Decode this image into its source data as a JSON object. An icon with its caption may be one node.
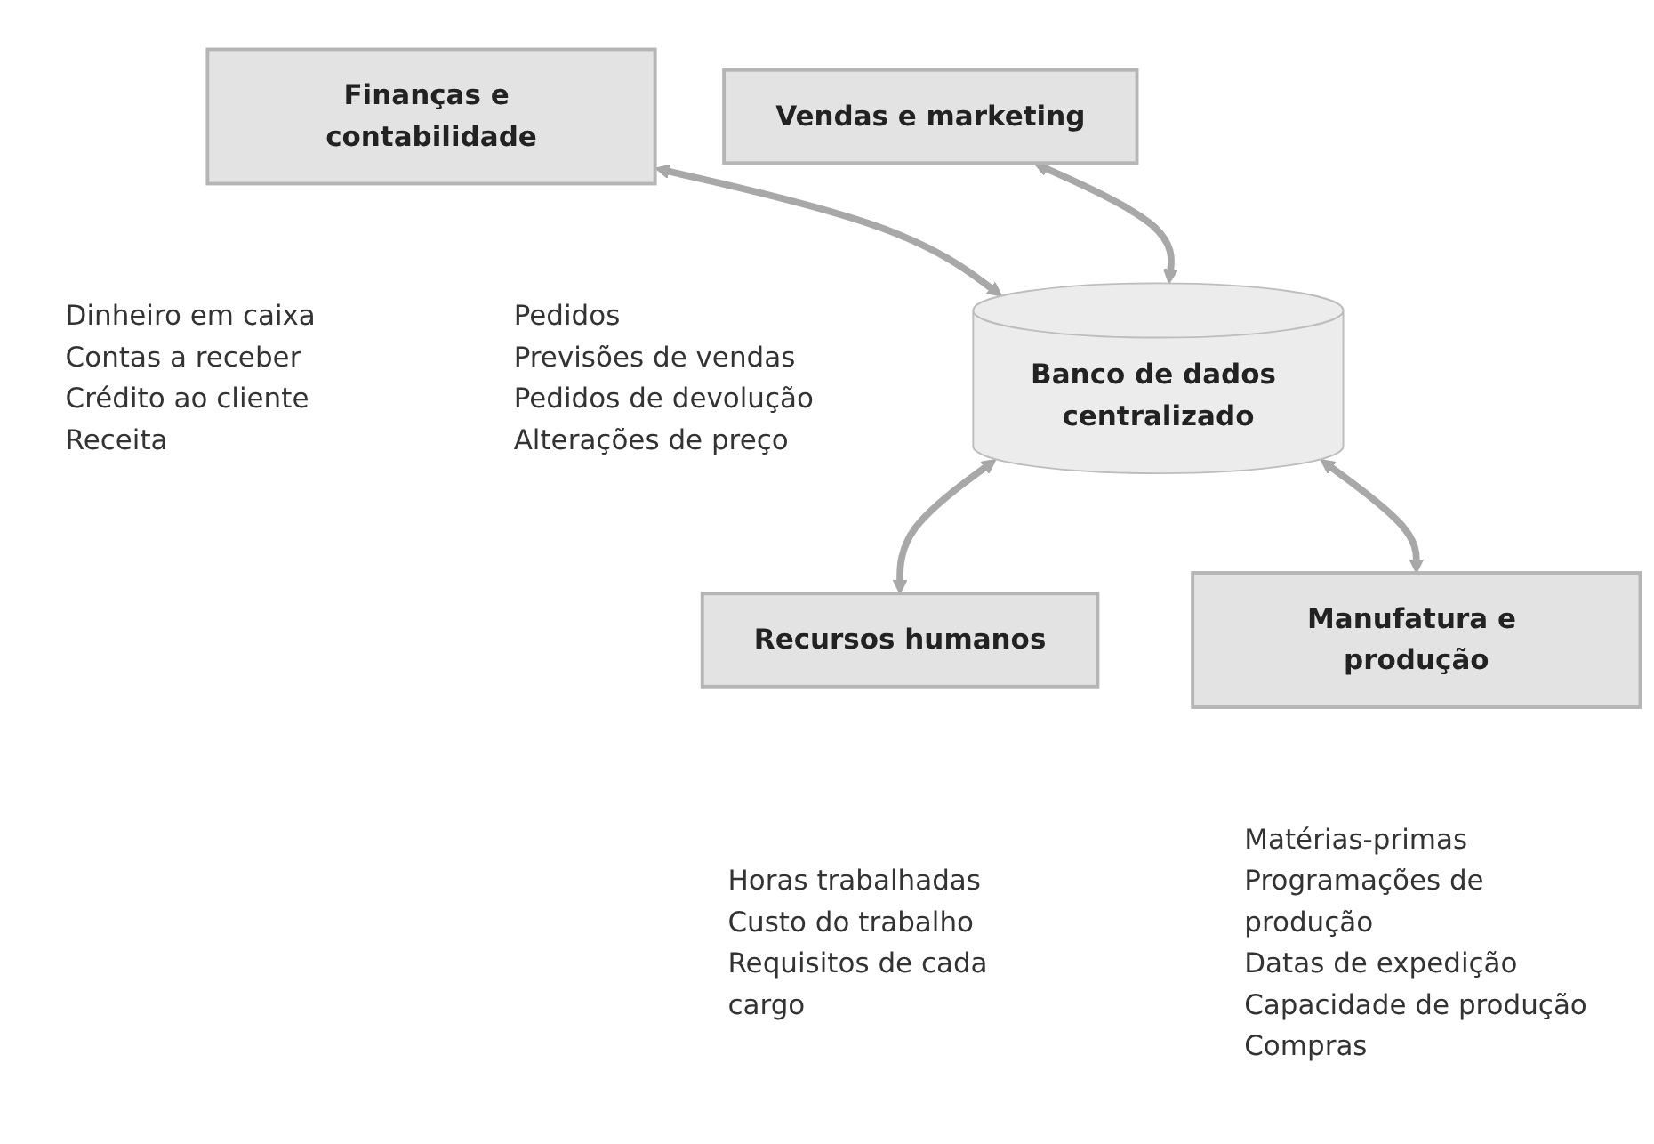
{
  "diagram": {
    "nodes": [
      {
        "text": [
          "Finanças e contabilidade"
        ],
        "beside": [
          "Dinheiro em caixa",
          "Contas a receber",
          "Crédito ao cliente",
          "Receita"
        ]
      },
      {
        "text": [
          "Vendas e marketing"
        ],
        "beside": [
          "Pedidos",
          "Previsões de vendas",
          "Pedidos de devolução",
          "Alterações de preço"
        ]
      },
      {
        "text": [
          "Banco de dados centralizado"
        ]
      },
      {
        "text": [
          "Recursos humanos"
        ],
        "beside": [
          "Horas trabalhadas",
          "Custo do trabalho",
          "Requisitos de cada cargo"
        ]
      },
      {
        "text": [
          "Manufatura e produção"
        ],
        "beside": [
          "Matérias-primas",
          "Programações de produção",
          "Datas de expedição",
          "Capacidade de produção",
          "Compras"
        ]
      }
    ],
    "edges": [
      {
        "from": 0,
        "to": 2,
        "arrow": "both"
      },
      {
        "from": 1,
        "to": 2,
        "arrow": "both"
      },
      {
        "from": 2,
        "to": 3,
        "arrow": "both"
      },
      {
        "from": 2,
        "to": 4,
        "arrow": "both"
      }
    ]
  }
}
